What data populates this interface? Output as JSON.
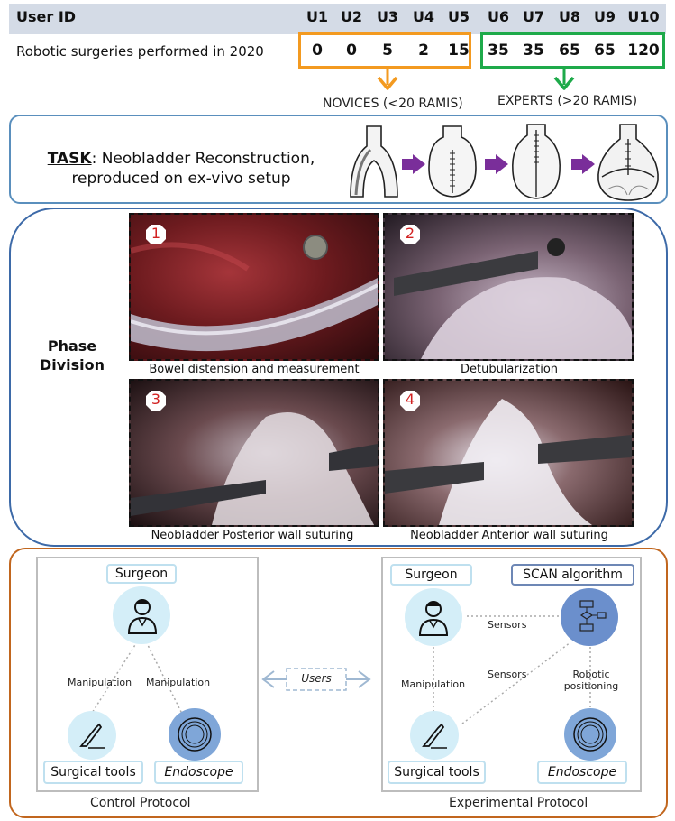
{
  "table": {
    "header_label": "User ID",
    "users": [
      "U1",
      "U2",
      "U3",
      "U4",
      "U5",
      "U6",
      "U7",
      "U8",
      "U9",
      "U10"
    ],
    "row_label": "Robotic surgeries performed in 2020",
    "values": [
      "0",
      "0",
      "5",
      "2",
      "15",
      "35",
      "35",
      "65",
      "65",
      "120"
    ],
    "novices_label": "NOVICES (<20 RAMIS)",
    "experts_label": "EXPERTS (>20 RAMIS)",
    "colors": {
      "novices": "#f39a20",
      "experts": "#1eaa4a",
      "header_bg": "#d4dbe6"
    }
  },
  "task": {
    "keyword": "TASK",
    "description_line1": ": Neobladder Reconstruction,",
    "description_line2": "reproduced on ex-vivo setup",
    "arrow_color": "#7a2e9a"
  },
  "phases": {
    "title_line1": "Phase",
    "title_line2": "Division",
    "items": [
      {
        "number": "1",
        "caption": "Bowel distension and measurement"
      },
      {
        "number": "2",
        "caption": "Detubularization"
      },
      {
        "number": "3",
        "caption": "Neobladder Posterior wall suturing"
      },
      {
        "number": "4",
        "caption": "Neobladder Anterior wall suturing"
      }
    ]
  },
  "protocols": {
    "users_label": "Users",
    "control": {
      "caption": "Control Protocol",
      "surgeon": "Surgeon",
      "tools": "Surgical tools",
      "endoscope": "Endoscope",
      "edge_left": "Manipulation",
      "edge_right": "Manipulation"
    },
    "experimental": {
      "caption": "Experimental Protocol",
      "surgeon": "Surgeon",
      "scan": "SCAN algorithm",
      "tools": "Surgical tools",
      "endoscope": "Endoscope",
      "edge_surgeon_scan": "Sensors",
      "edge_tools_scan": "Sensors",
      "edge_surgeon_tools": "Manipulation",
      "edge_scan_endoscope_line1": "Robotic",
      "edge_scan_endoscope_line2": "positioning"
    }
  }
}
